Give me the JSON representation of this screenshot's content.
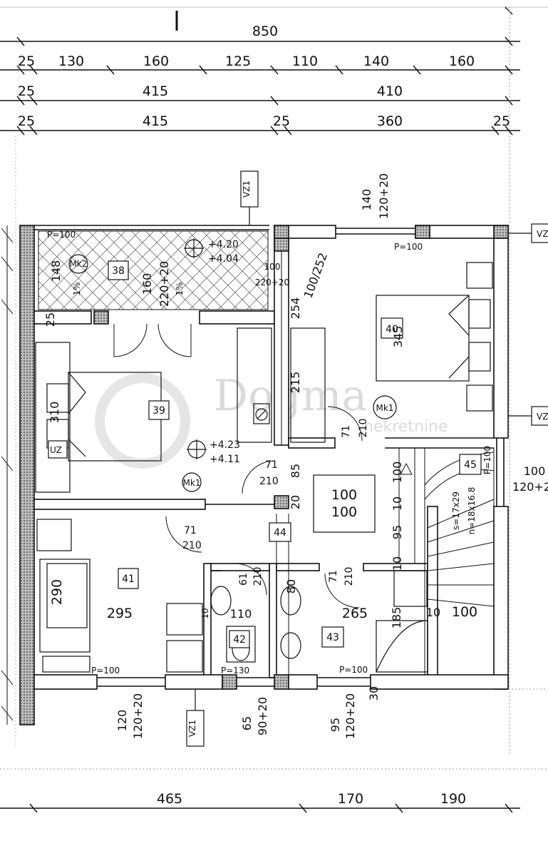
{
  "dimensions": {
    "total": "850",
    "row1": [
      "25",
      "130",
      "160",
      "125",
      "110",
      "140",
      "160"
    ],
    "row2": [
      "25",
      "415",
      "410"
    ],
    "row3": [
      "25",
      "415",
      "25",
      "360",
      "25"
    ],
    "bottom": [
      "465",
      "170",
      "190"
    ]
  },
  "rooms": {
    "r38": "38",
    "r39": "39",
    "r40": "40",
    "r41": "41",
    "r42": "42",
    "r43": "43",
    "r44": "44",
    "r45": "45"
  },
  "labels": {
    "p100_terrace": "P=100",
    "p100_bed40": "P=100",
    "p100_room41": "P=100",
    "p100_bath43": "P=100",
    "p130": "P=130",
    "mk2": "Mk2",
    "mk1_a": "Mk1",
    "mk1_b": "Mk1",
    "vz1_top": "VZ1",
    "vz1_bottom": "VZ1",
    "vz_right_top": "VZ",
    "vz_right_mid": "VZ",
    "uz": "UZ",
    "level1_a": "+4.20",
    "level1_b": "+4.04",
    "level2_a": "+4.23",
    "level2_b": "+4.11",
    "slope_a": "1%",
    "slope_b": "1%"
  },
  "plan_dims": {
    "d148": "148",
    "d160": "160",
    "d220_20": "220+20",
    "d100": "100",
    "d220_20b": "220+20",
    "d100_252": "100/252",
    "d140": "140",
    "d120_20": "120+20",
    "d310": "310",
    "d345": "345",
    "d215": "215",
    "d254": "254",
    "d71_210_a": "71",
    "d210_a": "210",
    "d71_b": "71",
    "d210_b": "210",
    "d85": "85",
    "d20": "20",
    "d100_w": "100",
    "d100_h": "100",
    "d100_stair": "100",
    "d10_a": "10",
    "d95": "95",
    "d10_b": "10",
    "d71_c": "71",
    "d210_c": "210",
    "d61": "61",
    "d210_d": "210",
    "d71_e": "71",
    "d210_e": "210",
    "d290": "290",
    "d295": "295",
    "d110": "110",
    "d80": "80",
    "d265": "265",
    "d185": "185",
    "d10_c": "10",
    "d100_e": "100",
    "d10_d": "10",
    "stair_s": "s=17x29",
    "stair_n": "n=18x16.8",
    "stair_p": "P=100",
    "right_100": "100",
    "right_120": "120+2",
    "d25_a": "25",
    "b_120": "120",
    "b_120_20": "120+20",
    "b_65": "65",
    "b_90_20": "90+20",
    "b_95": "95",
    "b_120_20b": "120+20",
    "b_30": "30"
  },
  "watermark": {
    "main": "Dogma",
    "sub": "nekretnine"
  }
}
